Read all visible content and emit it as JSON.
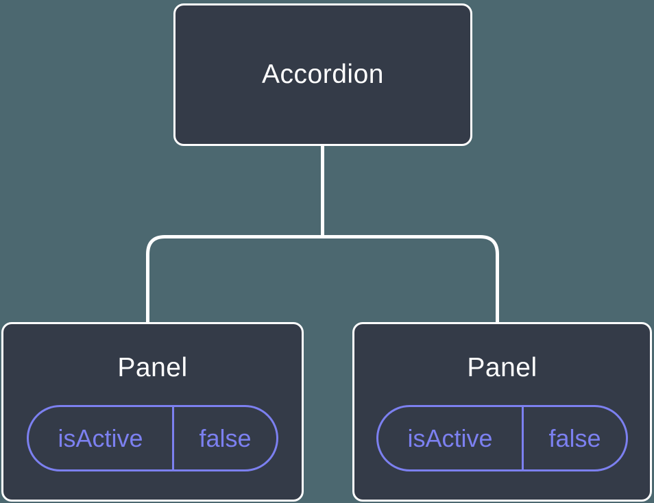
{
  "diagram": {
    "type": "component-tree",
    "root": {
      "label": "Accordion"
    },
    "children": [
      {
        "label": "Panel",
        "state": {
          "key": "isActive",
          "value": "false"
        }
      },
      {
        "label": "Panel",
        "state": {
          "key": "isActive",
          "value": "false"
        }
      }
    ]
  },
  "colors": {
    "background": "#4C6870",
    "node_fill": "#343B48",
    "node_border": "#FFFFFF",
    "connector": "#FFFFFF",
    "state_accent": "#7C80F0",
    "label_text": "#FFFFFF"
  }
}
